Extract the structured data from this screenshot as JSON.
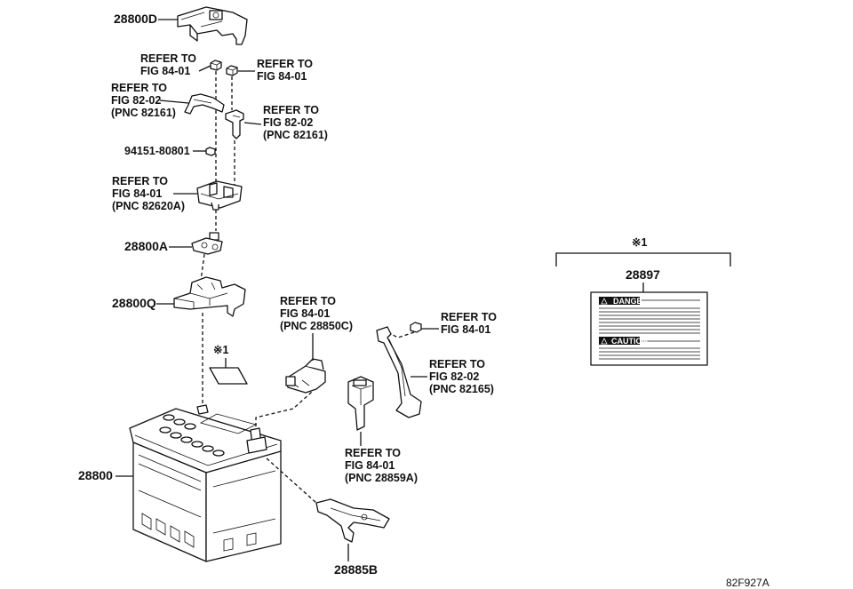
{
  "diagram_code": "82F927A",
  "labels": {
    "p28800D": "28800D",
    "ref_top_left": [
      "REFER TO",
      "FIG 84-01"
    ],
    "ref_top_right": [
      "REFER TO",
      "FIG 84-01"
    ],
    "ref_cable_left": [
      "REFER TO",
      "FIG 82-02",
      "(PNC 82161)"
    ],
    "ref_cable_right": [
      "REFER TO",
      "FIG 82-02",
      "(PNC 82161)"
    ],
    "p94151": "94151-80801",
    "ref_holder": [
      "REFER TO",
      "FIG 84-01",
      "(PNC 82620A)"
    ],
    "p28800A": "28800A",
    "p28800Q": "28800Q",
    "ref_sensor": [
      "REFER TO",
      "FIG 84-01",
      "(PNC 28850C)"
    ],
    "ref_nut_right": [
      "REFER TO",
      "FIG 84-01"
    ],
    "ref_cable_165": [
      "REFER TO",
      "FIG 82-02",
      "(PNC 82165)"
    ],
    "ref_fuse": [
      "REFER TO",
      "FIG 84-01",
      "(PNC 28859A)"
    ],
    "p28800": "28800",
    "p28885B": "28885B",
    "note_mark": "※1",
    "p28897": "28897",
    "caution_label": {
      "heading1": "DANGER",
      "heading2": "CAUTION"
    }
  }
}
